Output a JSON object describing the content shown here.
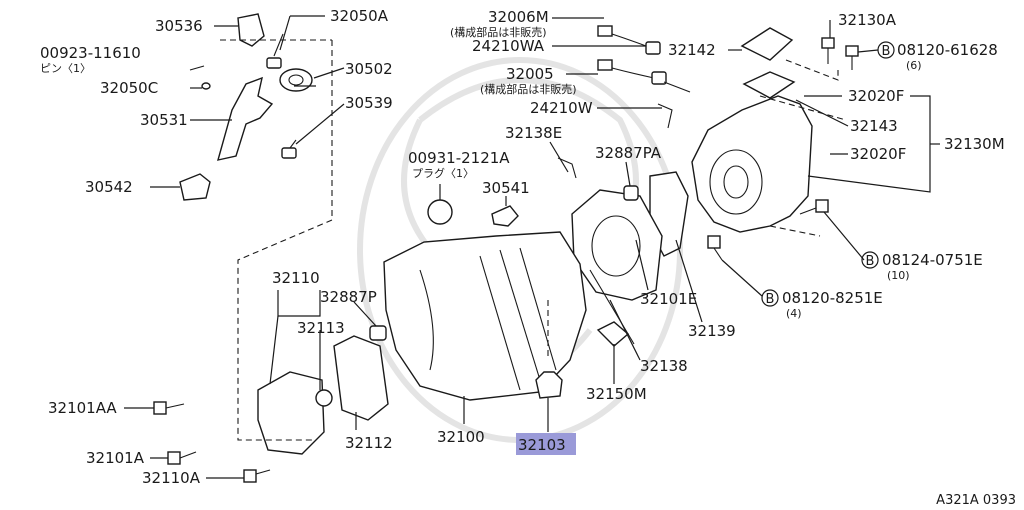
{
  "part_labels": [
    "30536",
    "32050A",
    "00923-11610",
    "ピン〈1〉",
    "30502",
    "32050C",
    "30531",
    "30539",
    "30542",
    "32006M",
    "(構成部品は非販売)",
    "24210WA",
    "32005",
    "(構成部品は非販売)",
    "24210W",
    "32130A",
    "32142",
    "08120-61628",
    "(6)",
    "32020F",
    "32143",
    "32020F",
    "32130M",
    "32138E",
    "00931-2121A",
    "プラグ〈1〉",
    "32887PA",
    "30541",
    "08124-0751E",
    "(10)",
    "32101E",
    "08120-8251E",
    "(4)",
    "32139",
    "32110",
    "32887P",
    "32113",
    "32138",
    "32150M",
    "32101AA",
    "32112",
    "32100",
    "32103",
    "32101A",
    "32110A"
  ],
  "bolt_prefix_symbol": "B",
  "highlighted_part": "32103",
  "colors": {
    "highlight": "#9a9ad8",
    "line": "#1a1a1a"
  },
  "diagram_code": "A321A 0393"
}
